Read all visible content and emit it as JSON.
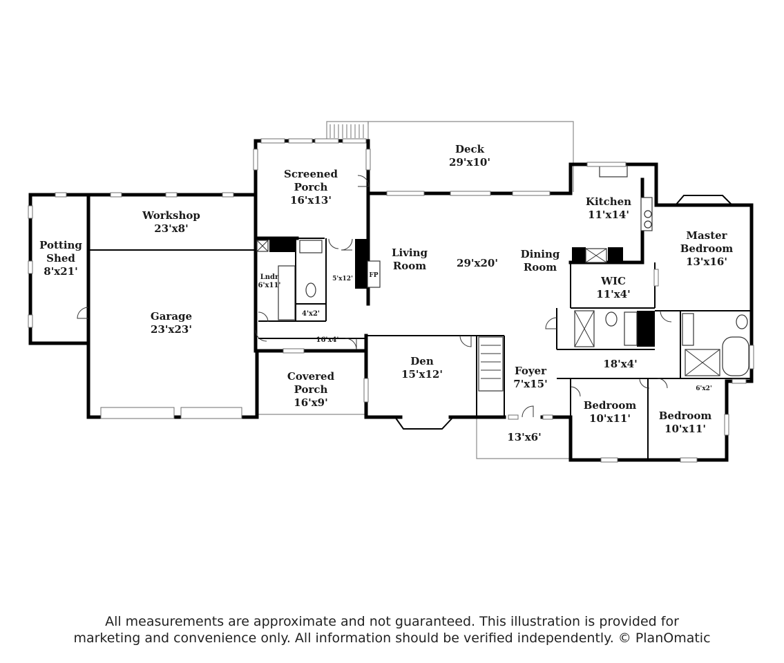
{
  "rooms": {
    "deck": {
      "name": "Deck",
      "size": "29'x10'"
    },
    "screened_porch": {
      "name1": "Screened",
      "name2": "Porch",
      "size": "16'x13'"
    },
    "workshop": {
      "name": "Workshop",
      "size": "23'x8'"
    },
    "potting_shed": {
      "name1": "Potting",
      "name2": "Shed",
      "size": "8'x21'"
    },
    "garage": {
      "name": "Garage",
      "size": "23'x23'"
    },
    "laundry": {
      "name": "Lndr",
      "size": "6'x11'"
    },
    "half_bath": {
      "size": "4'x2'"
    },
    "hall": {
      "size": "5'x12'"
    },
    "mudroom": {
      "size": "16'x4'"
    },
    "fireplace": {
      "label": "FP"
    },
    "living_room": {
      "name1": "Living",
      "name2": "Room",
      "size": "29'x20'"
    },
    "dining_room": {
      "name1": "Dining",
      "name2": "Room"
    },
    "kitchen": {
      "name": "Kitchen",
      "size": "11'x14'"
    },
    "wic": {
      "name": "WIC",
      "size": "11'x4'"
    },
    "master_bedroom": {
      "name1": "Master",
      "name2": "Bedroom",
      "size": "13'x16'"
    },
    "den": {
      "name": "Den",
      "size": "15'x12'"
    },
    "covered_porch": {
      "name1": "Covered",
      "name2": "Porch",
      "size": "16'x9'"
    },
    "foyer": {
      "name": "Foyer",
      "size": "7'x15'"
    },
    "bedroom_hall": {
      "size": "18'x4'"
    },
    "master_closet": {
      "size": "6'x2'"
    },
    "bedroom_1": {
      "name": "Bedroom",
      "size": "10'x11'"
    },
    "bedroom_2": {
      "name": "Bedroom",
      "size": "10'x11'"
    },
    "front_porch": {
      "size": "13'x6'"
    }
  },
  "disclaimer": {
    "line1": "All measurements are approximate and not guaranteed. This illustration is provided for",
    "line2": "marketing and convenience only. All information should be verified independently. © PlanOmatic"
  }
}
